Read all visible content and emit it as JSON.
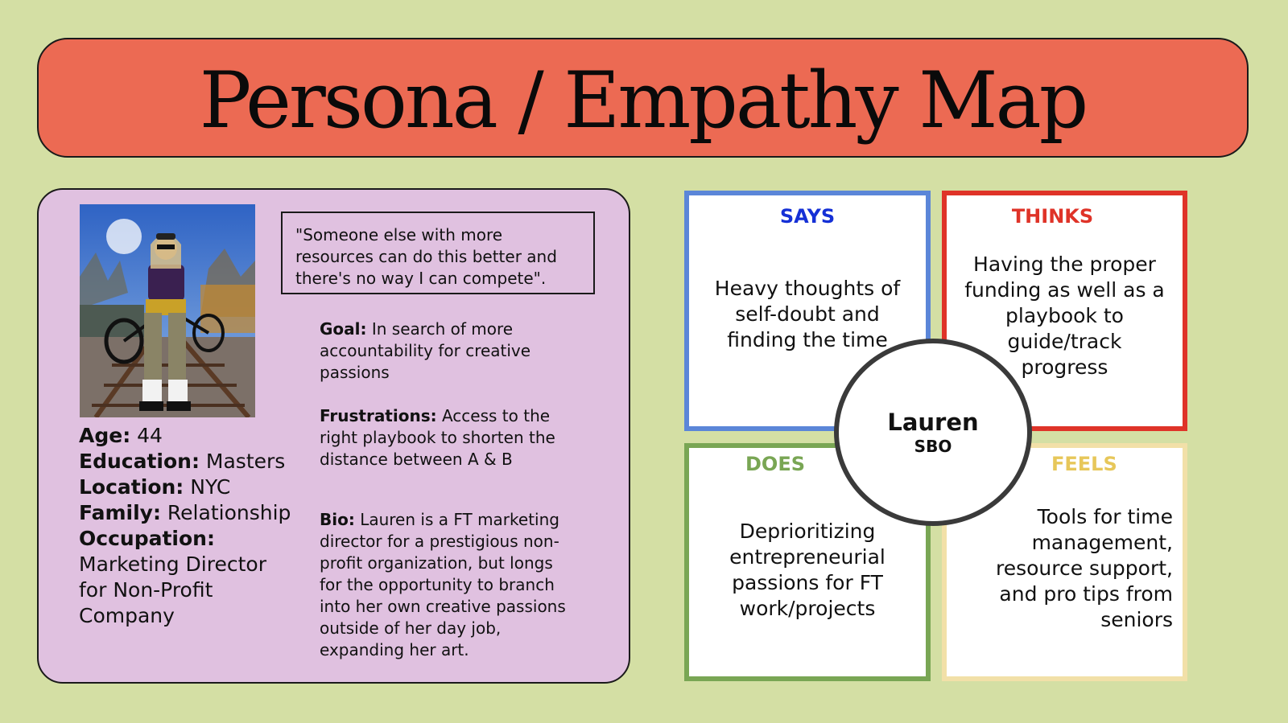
{
  "title": "Persona / Empathy Map",
  "persona": {
    "photo_icon": "persona-photo",
    "stats": [
      {
        "label": "Age:",
        "value": "44"
      },
      {
        "label": "Education:",
        "value": "Masters"
      },
      {
        "label": "Location:",
        "value": "NYC"
      },
      {
        "label": "Family:",
        "value": "Relationship"
      },
      {
        "label": "Occupation:",
        "value": "Marketing Director for Non-Profit Company"
      }
    ],
    "quote": "\"Someone else with more resources can do this better and there's no way I can compete\".",
    "goal": {
      "label": "Goal:",
      "text": "In search of more accountability for creative passions"
    },
    "frustrations": {
      "label": "Frustrations:",
      "text": "Access to the right playbook to shorten the distance between A & B"
    },
    "bio": {
      "label": "Bio:",
      "text": "Lauren is a FT marketing director for a prestigious non-profit organization, but longs for the opportunity to branch into her own creative passions outside of her day job, expanding her art."
    }
  },
  "empathy": {
    "says": {
      "title": "SAYS",
      "text": "Heavy thoughts of self-doubt and finding the time",
      "color": "#5b86d8"
    },
    "thinks": {
      "title": "THINKS",
      "text": "Having the proper funding as well as a playbook to guide/track progress",
      "color": "#df3328"
    },
    "does": {
      "title": "DOES",
      "text": "Deprioritizing entrepreneurial passions for FT work/projects",
      "color": "#79a654"
    },
    "feels": {
      "title": "FEELS",
      "text": "Tools for time management, resource support, and pro tips from seniors",
      "color": "#f2e0a8"
    },
    "center": {
      "name": "Lauren",
      "subtitle": "SBO"
    }
  },
  "colors": {
    "background": "#d4dfa4",
    "title_bar": "#ec6a53",
    "persona_card": "#e0c1e0"
  }
}
